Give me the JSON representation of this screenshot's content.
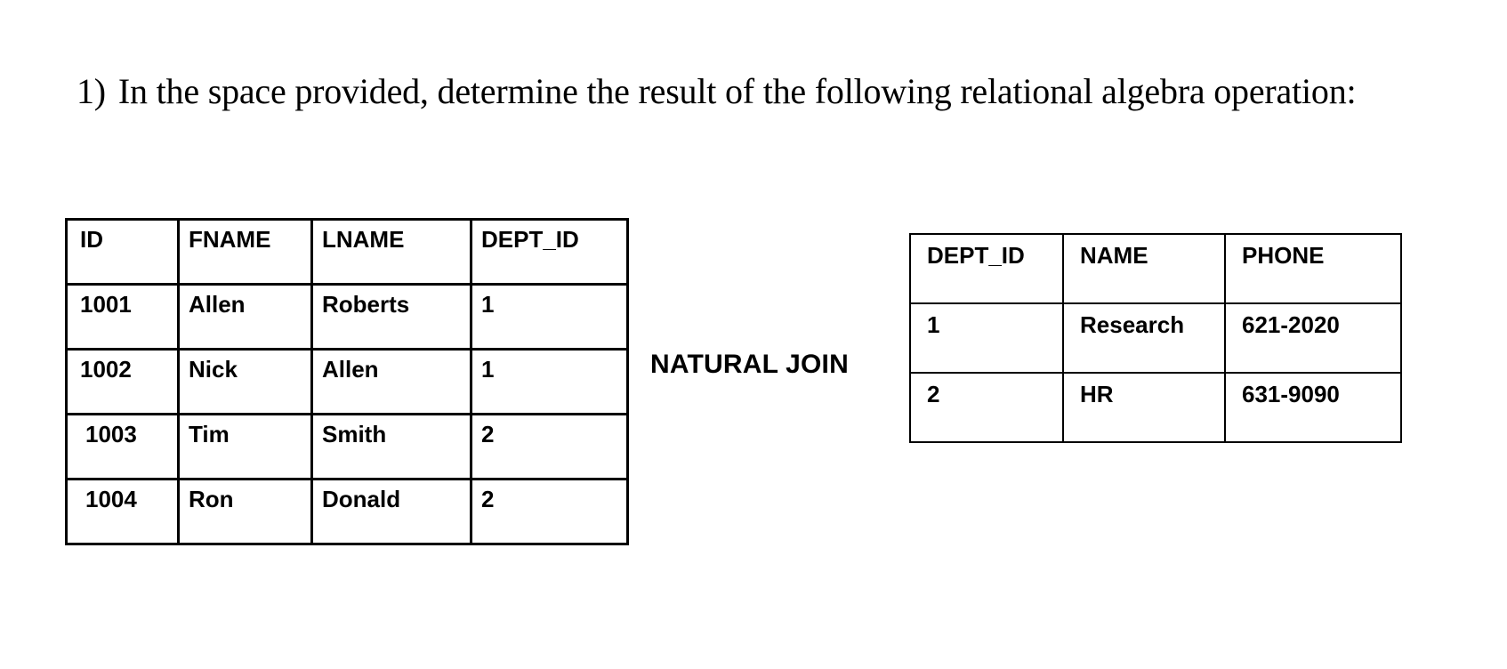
{
  "page": {
    "background_color": "#ffffff",
    "text_color": "#000000"
  },
  "question": {
    "number": "1)",
    "text": "In the space provided, determine the result of the following relational algebra operation:"
  },
  "operator": {
    "label": "NATURAL JOIN"
  },
  "employee_table": {
    "columns": [
      "ID",
      "FNAME",
      "LNAME",
      "DEPT_ID"
    ],
    "rows": [
      [
        "1001",
        "Allen",
        "Roberts",
        "1"
      ],
      [
        "1002",
        "Nick",
        "Allen",
        "1"
      ],
      [
        "1003",
        "Tim",
        "Smith",
        "2"
      ],
      [
        "1004",
        "Ron",
        "Donald",
        "2"
      ]
    ]
  },
  "department_table": {
    "columns": [
      "DEPT_ID",
      "NAME",
      "PHONE"
    ],
    "rows": [
      [
        "1",
        "Research",
        "621-2020"
      ],
      [
        "2",
        "HR",
        "631-9090"
      ]
    ]
  }
}
